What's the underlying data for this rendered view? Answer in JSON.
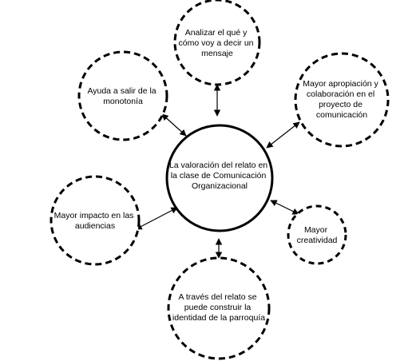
{
  "center": {
    "lines": [
      "La valoración del relato en",
      "la clase de Comunicación",
      "Organizacional"
    ]
  },
  "nodes": [
    {
      "id": "top",
      "lines": [
        "Analizar el qué y",
        "cómo voy a decir un",
        "mensaje"
      ]
    },
    {
      "id": "top-right",
      "lines": [
        "Mayor apropiación y",
        "colaboración  en el",
        "proyecto de",
        "comunicación"
      ]
    },
    {
      "id": "right",
      "lines": [
        "Mayor",
        "creatividad"
      ]
    },
    {
      "id": "bottom",
      "lines": [
        "A través del relato se",
        "puede construir la",
        "identidad de la parroquía"
      ]
    },
    {
      "id": "left",
      "lines": [
        "Mayor impacto en las",
        "audiencias"
      ]
    },
    {
      "id": "top-left",
      "lines": [
        "Ayuda a salir de la",
        "monotonía"
      ]
    }
  ],
  "style": {
    "stroke": "#000000",
    "background": "#ffffff"
  }
}
